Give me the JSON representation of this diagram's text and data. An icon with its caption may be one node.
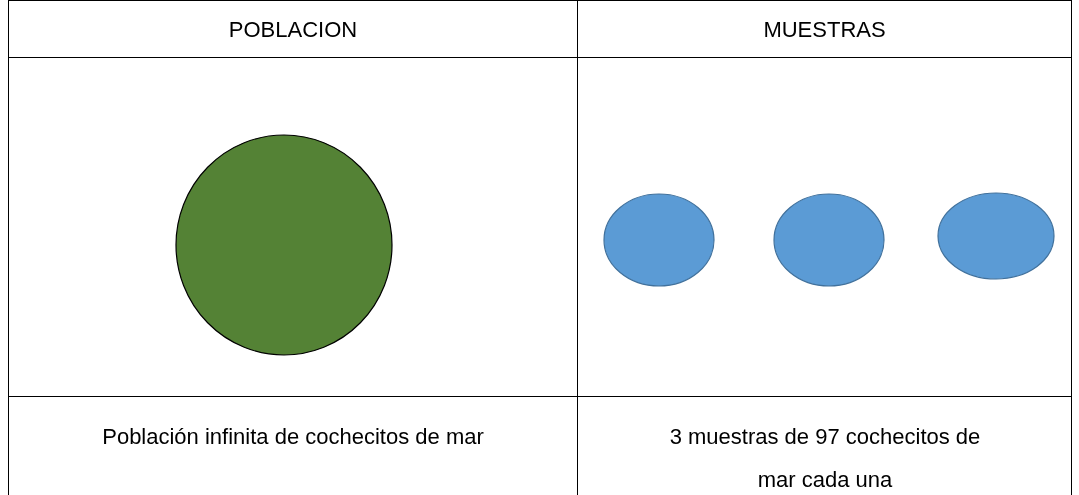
{
  "diagram": {
    "nodes": [
      {
        "text": [],
        "shape": "circle"
      },
      {
        "text": [],
        "shape": "circle"
      },
      {
        "text": [],
        "shape": "circle"
      },
      {
        "text": [],
        "shape": "circle"
      }
    ],
    "labels": [
      "POBLACION",
      "MUESTRAS",
      "Población infinita de cochecitos de mar",
      "3 muestras de 97 cochecitos de mar cada una"
    ]
  }
}
